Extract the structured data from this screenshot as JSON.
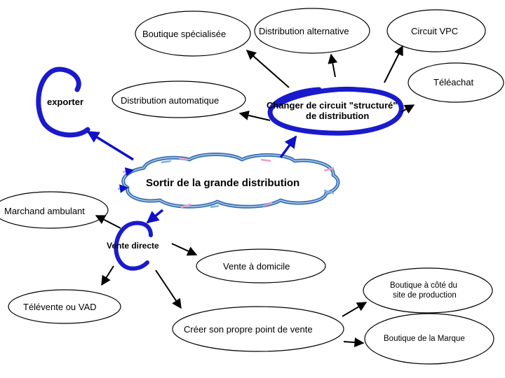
{
  "nodes": {
    "boutique_specialisee": "Boutique spécialisée",
    "distribution_alternative": "Distribution alternative",
    "circuit_vpc": "Circuit VPC",
    "teleachat": "Téléachat",
    "exporter": "exporter",
    "distribution_automatique": "Distribution automatique",
    "changer_circuit_line1": "Changer de circuit \"structuré\"",
    "changer_circuit_line2": "de distribution",
    "sortir": "Sortir de la grande distribution",
    "marchand_ambulant": "Marchand ambulant",
    "vente_directe": "Vente directe",
    "vente_domicile": "Vente à domicile",
    "boutique_cote_line1": "Boutique à côté du",
    "boutique_cote_line2": "site de production",
    "televente": "Télévente ou VAD",
    "creer_point_vente": "Créer son propre point de vente",
    "boutique_marque": "Boutique de la Marque"
  },
  "colors": {
    "blue_arrow": "#1010c8",
    "swirl": "#1a1acd",
    "cloud_outline": "#3a6fb0",
    "cloud_pink": "#e8a0c8",
    "cloud_blue": "#7fb0e0"
  }
}
